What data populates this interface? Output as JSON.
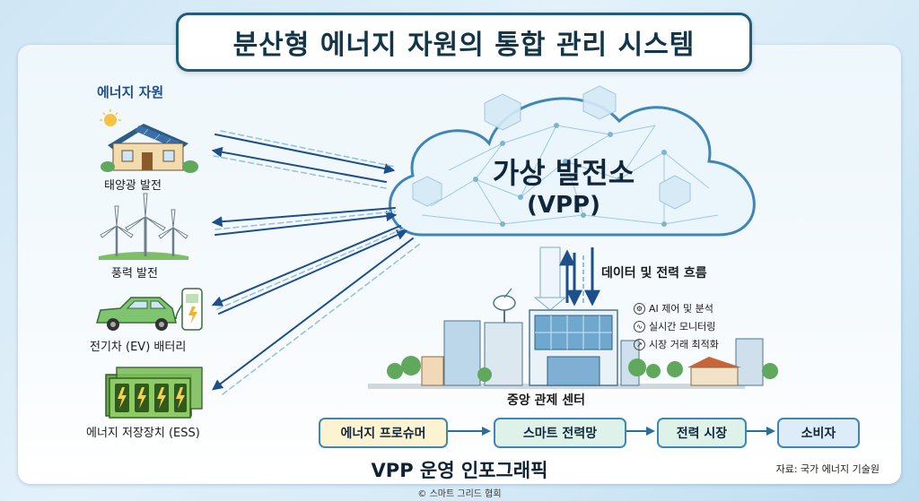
{
  "title": "분산형 에너지 자원의 통합 관리 시스템",
  "resources_header": "에너지 자원",
  "resources": [
    {
      "label": "태양광 발전",
      "icon": "solar-house-icon"
    },
    {
      "label": "풍력 발전",
      "icon": "wind-turbine-icon"
    },
    {
      "label": "전기차 (EV) 배터리",
      "icon": "electric-car-icon"
    },
    {
      "label": "에너지 저장장치 (ESS)",
      "icon": "battery-storage-icon"
    }
  ],
  "cloud": {
    "title": "가상 발전소",
    "subtitle": "(VPP)"
  },
  "data_flow_label": "데이터 및 전력 흐름",
  "control_center": {
    "label": "중앙 관제 센터",
    "features": [
      {
        "label": "AI 제어 및 분석",
        "icon": "gear-icon"
      },
      {
        "label": "실시간 모니터링",
        "icon": "monitor-wave-icon"
      },
      {
        "label": "시장 거래 최적화",
        "icon": "chart-icon"
      }
    ]
  },
  "flow": [
    "에너지 프로슈머",
    "스마트 전력망",
    "전력 시장",
    "소비자"
  ],
  "footer_title": "VPP 운영 인포그래픽",
  "source": "자료: 국가 에너지 기술원",
  "copyright": "© 스마트 그리드 협회",
  "colors": {
    "accent": "#1f5e7a",
    "arrow": "#1d4f8a",
    "flow_fill_1": "#fbf3d2",
    "flow_fill_2": "#dff2ea",
    "flow_fill_3": "#dff2ea",
    "flow_fill_4": "#dcecf9"
  }
}
